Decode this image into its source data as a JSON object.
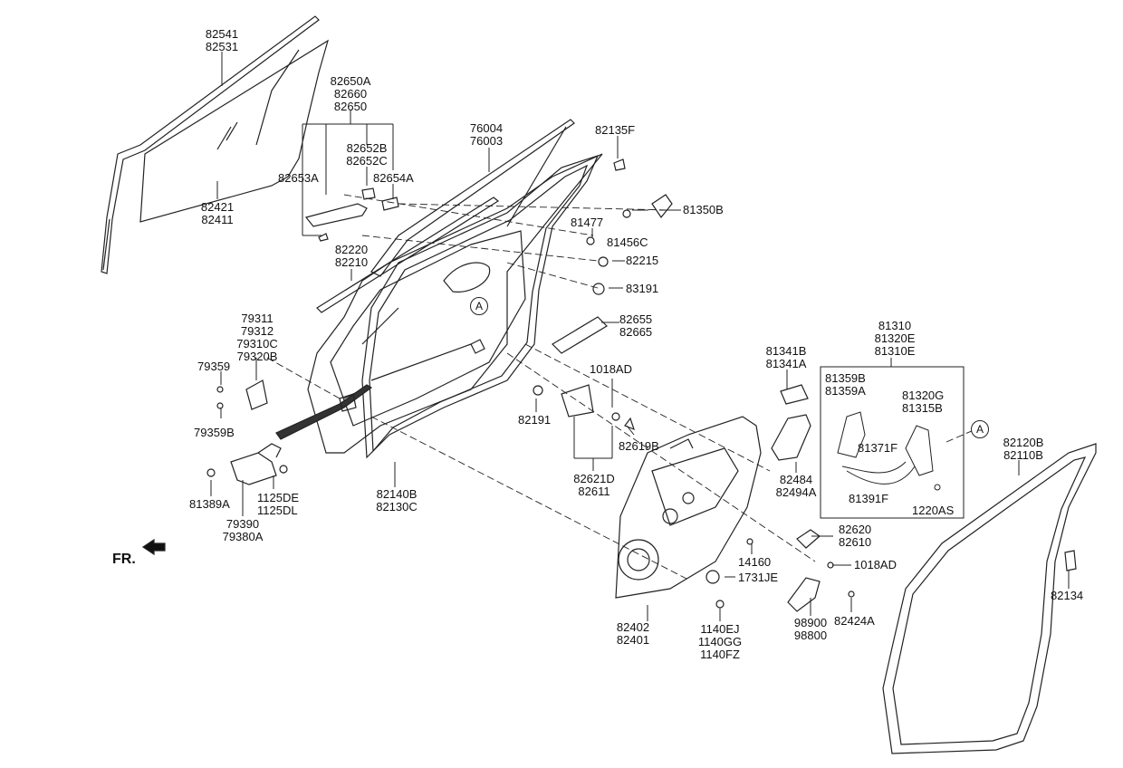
{
  "fr_label": "FR.",
  "circle_ref": "A",
  "labels": {
    "glass_run": [
      "82541",
      "82531"
    ],
    "glass": [
      "82421",
      "82411"
    ],
    "handle_assy": [
      "82650A",
      "82660",
      "82650"
    ],
    "handle_cover": [
      "82652B",
      "82652C"
    ],
    "handle_outer": "82653A",
    "handle_cap": "82654A",
    "belt_weatherstrip": [
      "82220",
      "82210"
    ],
    "door_frame_weatherstrip": [
      "76004",
      "76003"
    ],
    "delta_cover": "82135F",
    "screw_81477": "81477",
    "lock_cylinder": "81350B",
    "clip_81456C": "81456C",
    "grommet_82215": "82215",
    "plug_83191": "83191",
    "handle_base": [
      "82655",
      "82665"
    ],
    "hinge_upper": [
      "79311",
      "79312",
      "79310C",
      "79320B"
    ],
    "bolt_79359": "79359",
    "bolt_79359B": "79359B",
    "bolt_1018AD_top": "1018AD",
    "stopper": "82191",
    "screw_82619B": "82619B",
    "inside_handle": [
      "82621D",
      "82611"
    ],
    "door_weatherstrip": [
      "82140B",
      "82130C"
    ],
    "bolt_81389A": "81389A",
    "bolt_1125": [
      "1125DE",
      "1125DL"
    ],
    "hinge_lower": [
      "79390",
      "79380A"
    ],
    "striker_cover": [
      "81341B",
      "81341A"
    ],
    "latch_assy": [
      "81310",
      "81320E",
      "81310E"
    ],
    "latch_cover": [
      "81359B",
      "81359A"
    ],
    "latch": [
      "81320G",
      "81315B"
    ],
    "cable_upper": "81371F",
    "cable_lower": "81391F",
    "screw_1220AS": "1220AS",
    "bracket": [
      "82484",
      "82494A"
    ],
    "body_weatherstrip": [
      "82120B",
      "82110B"
    ],
    "tape": "82134",
    "handle_inner": [
      "82620",
      "82610"
    ],
    "clip_14160": "14160",
    "bolt_1018AD_bottom": "1018AD",
    "plug_1731JE": "1731JE",
    "module_panel": [
      "82402",
      "82401"
    ],
    "bolt_1140": [
      "1140EJ",
      "1140GG",
      "1140FZ"
    ],
    "motor": [
      "98900",
      "98800"
    ],
    "screw_82424A": "82424A"
  }
}
